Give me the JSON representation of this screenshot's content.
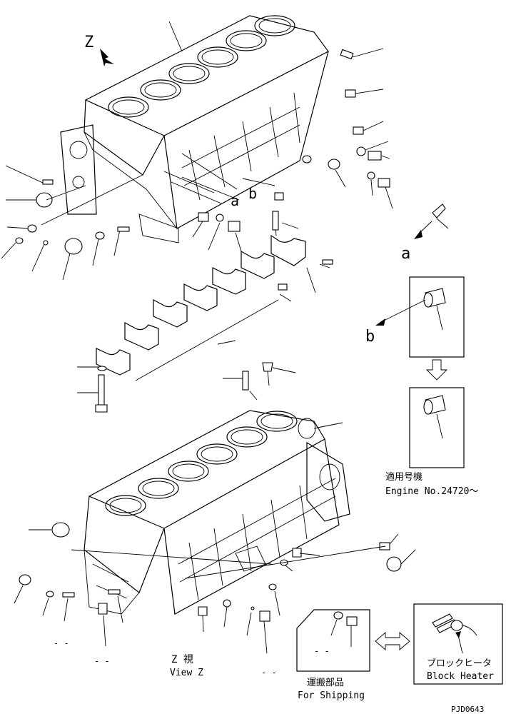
{
  "labels": {
    "view_letter_z": "Z",
    "callout_a_top": "a",
    "callout_b_top": "b",
    "callout_a_side": "a",
    "callout_b_side": "b",
    "applicable_jp": "適用号機",
    "engine_no": "Engine No.24720～",
    "view_z_jp": "Z 視",
    "view_z_en": "View Z",
    "shipping_jp": "運搬部品",
    "shipping_en": "For Shipping",
    "block_heater_jp": "ブロックヒータ",
    "block_heater_en": "Block Heater",
    "dash_1": "- -",
    "dash_2": "- -",
    "dash_3": "- -",
    "dash_4": "- -",
    "drawing_code": "PJD0643"
  }
}
